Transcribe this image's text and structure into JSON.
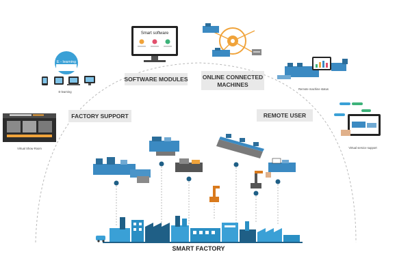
{
  "labels": {
    "software_modules": "SOFTWARE MODULES",
    "online_line1": "ONLINE CONNECTED",
    "online_line2": "MACHINES",
    "factory_support": "FACTORY SUPPORT",
    "remote_user": "REMOTE USER",
    "smart_factory": "SMART FACTORY"
  },
  "monitor": {
    "title": "Smart software"
  },
  "elearning": {
    "bubble": "E - learning",
    "caption": "E-learning"
  },
  "virtual_showroom": {
    "caption": "Virtual Show Room"
  },
  "remote_machine_status": {
    "caption": "Remote machine status"
  },
  "virtual_service_support": {
    "caption": "Virtual service support"
  },
  "colors": {
    "accent_blue": "#2a8fc4",
    "dark_blue": "#1f5f86",
    "orange": "#f0a33a",
    "label_box": "#e9e9e9",
    "dashed": "#b8b8b8",
    "robot": "#d97a1d"
  }
}
